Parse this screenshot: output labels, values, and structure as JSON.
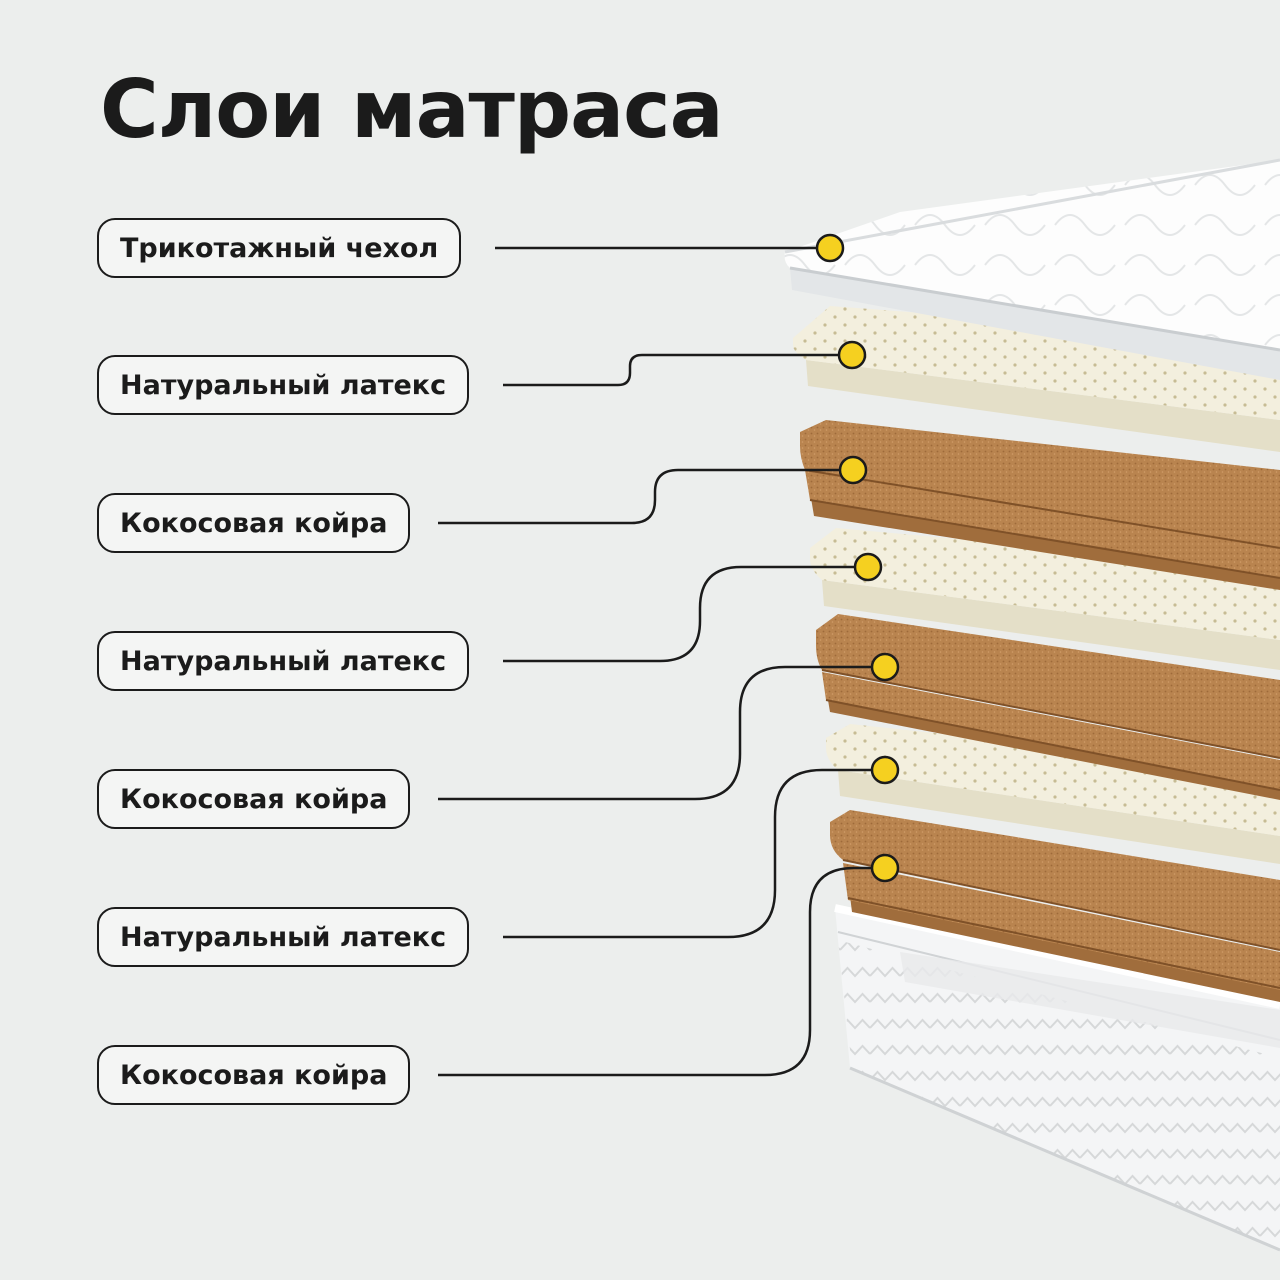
{
  "title": "Слои матраса",
  "colors": {
    "background": "#eceeed",
    "text": "#1b1b1b",
    "marker": "#f5d020",
    "latex": "#f2eedd",
    "coir": "#b8834f",
    "cover": "#fdfdfd"
  },
  "layers": [
    {
      "label": "Трикотажный чехол",
      "material": "cover"
    },
    {
      "label": "Натуральный латекс",
      "material": "latex"
    },
    {
      "label": "Кокосовая койра",
      "material": "coir"
    },
    {
      "label": "Натуральный латекс",
      "material": "latex"
    },
    {
      "label": "Кокосовая койра",
      "material": "coir"
    },
    {
      "label": "Натуральный латекс",
      "material": "latex"
    },
    {
      "label": "Кокосовая койра",
      "material": "coir"
    }
  ]
}
